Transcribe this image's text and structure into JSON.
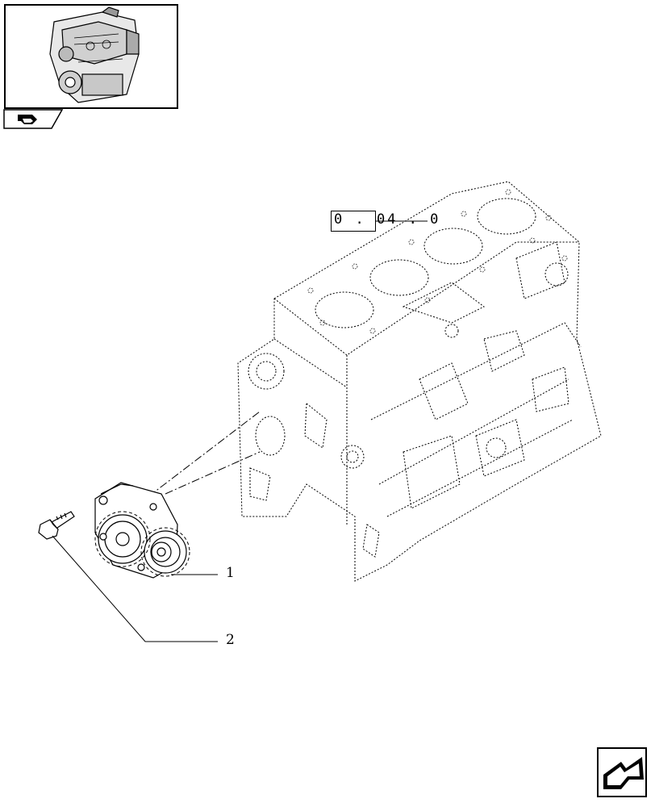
{
  "reference": {
    "code": "0 . 04 . 0"
  },
  "callouts": [
    {
      "number": "1"
    },
    {
      "number": "2"
    }
  ],
  "icons": {
    "thumbnail": "engine-thumbnail-icon",
    "tab": "return-arrow-icon",
    "navigation": "next-page-arrow-icon"
  }
}
